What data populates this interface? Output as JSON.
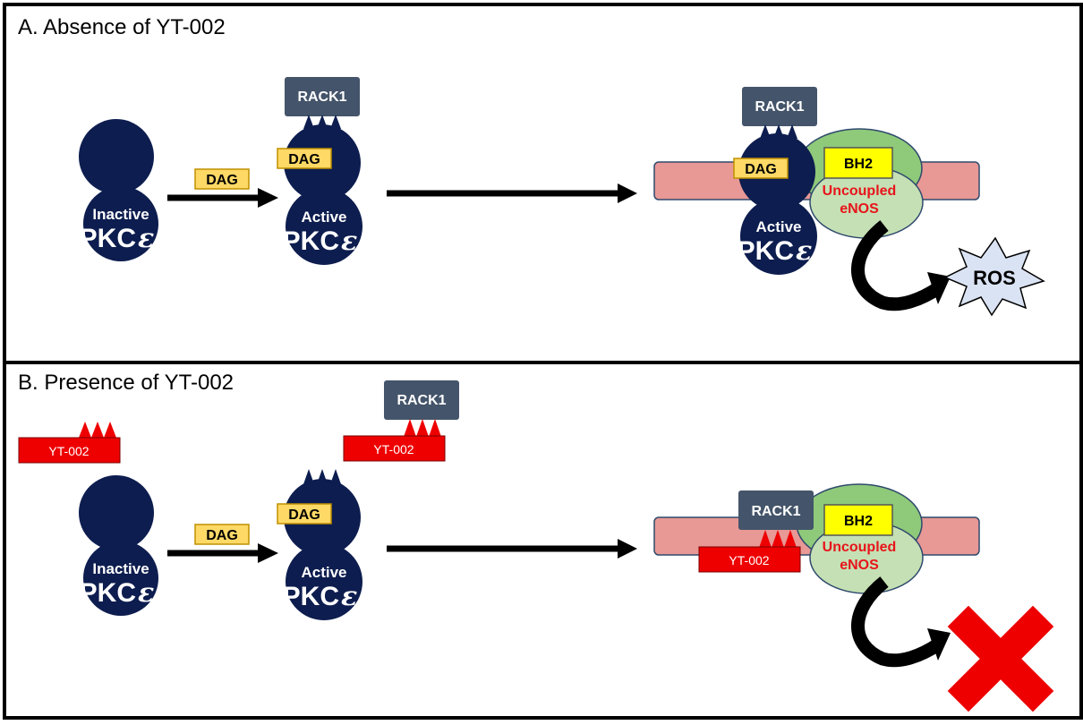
{
  "colors": {
    "pkc_fill": "#0d1d4f",
    "rack1_fill": "#44546a",
    "dag_fill": "#ffd966",
    "dag_border": "#bf9000",
    "yt002_fill": "#ee0000",
    "membrane_fill": "#e89895",
    "enos_light": "#c5e0b4",
    "enos_dark": "#8fc97a",
    "bh2_fill": "#ffff00",
    "enos_text": "#e8141b",
    "ros_fill": "#dae3f3",
    "cross_fill": "#ee0000",
    "arrow": "#000000"
  },
  "panel_a": {
    "title": "A. Absence of YT-002",
    "inactive_state": "Inactive",
    "inactive_name": "PKC",
    "inactive_symbol": "ε",
    "dag_free": "DAG",
    "dag_bound": "DAG",
    "rack1_top": "RACK1",
    "active_state": "Active",
    "active_name": "PKC",
    "active_symbol": "ε",
    "rack1_complex": "RACK1",
    "dag_complex": "DAG",
    "complex_active_state": "Active",
    "complex_active_name": "PKC",
    "complex_active_symbol": "ε",
    "bh2": "BH2",
    "enos_line1": "Uncoupled",
    "enos_line2": "eNOS",
    "ros": "ROS"
  },
  "panel_b": {
    "title": "B. Presence of YT-002",
    "yt002_free": "YT-002",
    "inactive_state": "Inactive",
    "inactive_name": "PKC",
    "inactive_symbol": "ε",
    "dag_free": "DAG",
    "rack1_top": "RACK1",
    "yt002_top": "YT-002",
    "dag_bound": "DAG",
    "active_state": "Active",
    "active_name": "PKC",
    "active_symbol": "ε",
    "rack1_complex": "RACK1",
    "yt002_complex": "YT-002",
    "bh2": "BH2",
    "enos_line1": "Uncoupled",
    "enos_line2": "eNOS"
  }
}
